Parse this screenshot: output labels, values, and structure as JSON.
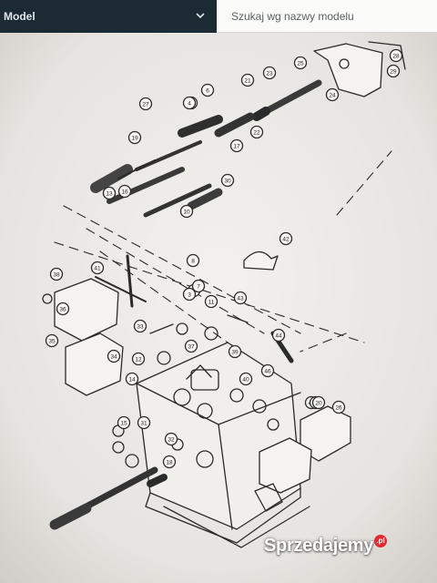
{
  "topbar": {
    "model_label": "Model",
    "search_placeholder": "Szukaj wg nazwy modelu"
  },
  "diagram": {
    "callouts": [
      "5",
      "6",
      "21",
      "22",
      "23",
      "24",
      "25",
      "28",
      "29",
      "30",
      "4",
      "9",
      "10",
      "13",
      "16",
      "17",
      "19",
      "27",
      "2",
      "8",
      "38",
      "41",
      "42",
      "43",
      "33",
      "34",
      "35",
      "36",
      "3",
      "7",
      "11",
      "12",
      "14",
      "15",
      "18",
      "31",
      "32",
      "37",
      "39",
      "40",
      "44",
      "46",
      "47",
      "1",
      "20",
      "26"
    ]
  },
  "watermark": {
    "brand": "Sprzedajemy",
    "suffix": ".pl"
  },
  "colors": {
    "topbar_dark": "#1c2a33",
    "paper": "#e8e6e2",
    "ink": "#2a2a2a",
    "brand_red": "#e52a2f"
  }
}
